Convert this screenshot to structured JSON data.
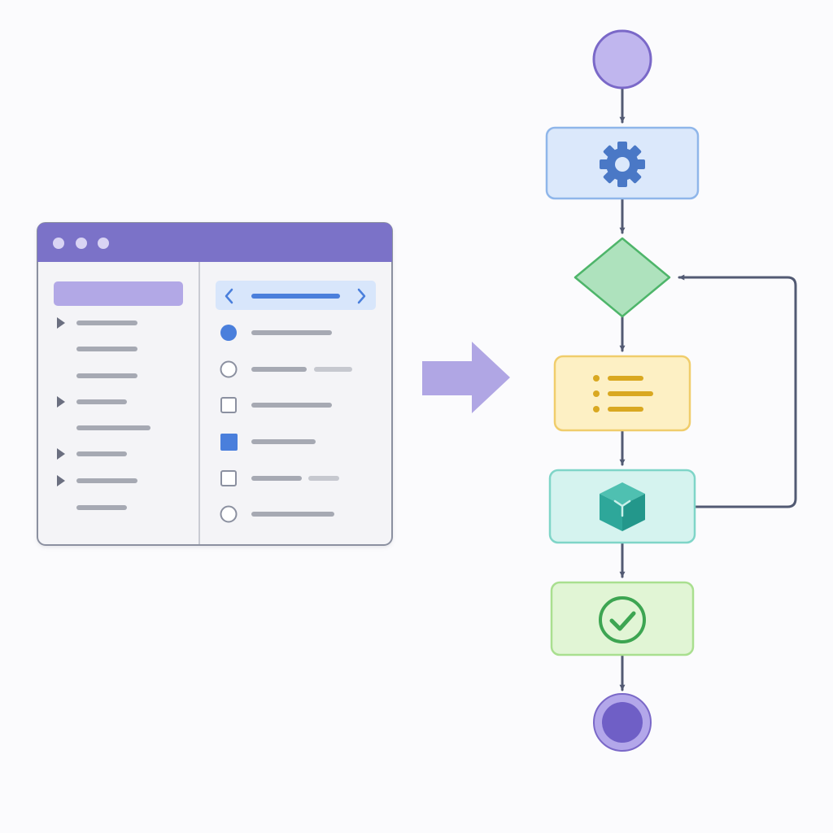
{
  "colors": {
    "background": "#fbfbfd",
    "window_titlebar": "#7b72c8",
    "window_border": "#8b90a0",
    "window_body": "#f4f4f7",
    "placeholder_line": "#a6a9b3",
    "sidebar_header": "#b2a8e6",
    "toolbar_bg": "#d8e6fb",
    "toolbar_accent": "#4a7fdc",
    "transform_arrow": "#b0a6e4",
    "connector": "#525a73",
    "start_fill": "#c0b6ee",
    "start_stroke": "#7a68c8",
    "process_fill": "#dbe8fb",
    "process_stroke": "#8fb6ea",
    "gear": "#4a78c6",
    "decision_fill": "#aee2bd",
    "decision_stroke": "#4eb56a",
    "list_fill": "#fdf0c4",
    "list_stroke": "#f0cd6c",
    "list_icon": "#d9a821",
    "package_fill": "#d5f3ef",
    "package_stroke": "#7fd5c8",
    "package_icon": "#2ea79a",
    "success_fill": "#e1f5d5",
    "success_stroke": "#a9df8f",
    "success_icon": "#3da552",
    "end_fill": "#6f5fc6",
    "end_ring": "#b3a7ea"
  },
  "window": {
    "controls": [
      "close-dot",
      "minimize-dot",
      "maximize-dot"
    ],
    "sidebar": {
      "items": [
        {
          "expandable": true
        },
        {
          "expandable": false
        },
        {
          "expandable": false
        },
        {
          "expandable": true
        },
        {
          "expandable": false
        },
        {
          "expandable": true
        },
        {
          "expandable": true
        },
        {
          "expandable": false
        }
      ]
    },
    "toolbar": {
      "prev_icon": "chevron-left-icon",
      "next_icon": "chevron-right-icon"
    },
    "list": {
      "items": [
        {
          "control": "radio",
          "checked": true
        },
        {
          "control": "radio",
          "checked": false
        },
        {
          "control": "checkbox",
          "checked": false
        },
        {
          "control": "checkbox",
          "checked": true
        },
        {
          "control": "checkbox",
          "checked": false
        },
        {
          "control": "radio",
          "checked": false
        }
      ]
    }
  },
  "transform_arrow": {
    "icon": "right-arrow-icon"
  },
  "flowchart": {
    "nodes": [
      {
        "id": "start",
        "shape": "circle"
      },
      {
        "id": "process",
        "shape": "rounded-rect",
        "icon": "gear-icon"
      },
      {
        "id": "decision",
        "shape": "diamond"
      },
      {
        "id": "list-step",
        "shape": "rounded-rect",
        "icon": "bulleted-list-icon"
      },
      {
        "id": "package-step",
        "shape": "rounded-rect",
        "icon": "cube-icon"
      },
      {
        "id": "success",
        "shape": "rounded-rect",
        "icon": "check-circle-icon"
      },
      {
        "id": "end",
        "shape": "double-circle"
      }
    ],
    "edges": [
      {
        "from": "start",
        "to": "process"
      },
      {
        "from": "process",
        "to": "decision"
      },
      {
        "from": "decision",
        "to": "list-step"
      },
      {
        "from": "list-step",
        "to": "package-step"
      },
      {
        "from": "package-step",
        "to": "success"
      },
      {
        "from": "success",
        "to": "end"
      },
      {
        "from": "package-step",
        "to": "decision",
        "kind": "loop-back"
      }
    ]
  }
}
